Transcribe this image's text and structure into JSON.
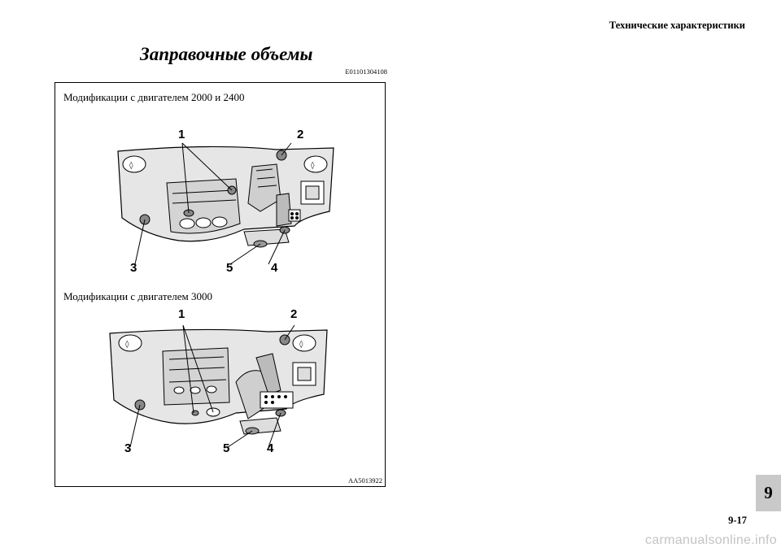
{
  "header": {
    "title": "Технические характеристики"
  },
  "section": {
    "title": "Заправочные объемы",
    "code": "E01101304108"
  },
  "figure": {
    "caption_1": "Модификации с двигателем 2000 и 2400",
    "caption_2": "Модификации с двигателем 3000",
    "code": "AA5013922",
    "callouts": [
      "1",
      "2",
      "3",
      "4",
      "5"
    ]
  },
  "tab": {
    "label": "9"
  },
  "page": {
    "number": "9-17"
  },
  "watermark": "carmanualsonline.info"
}
